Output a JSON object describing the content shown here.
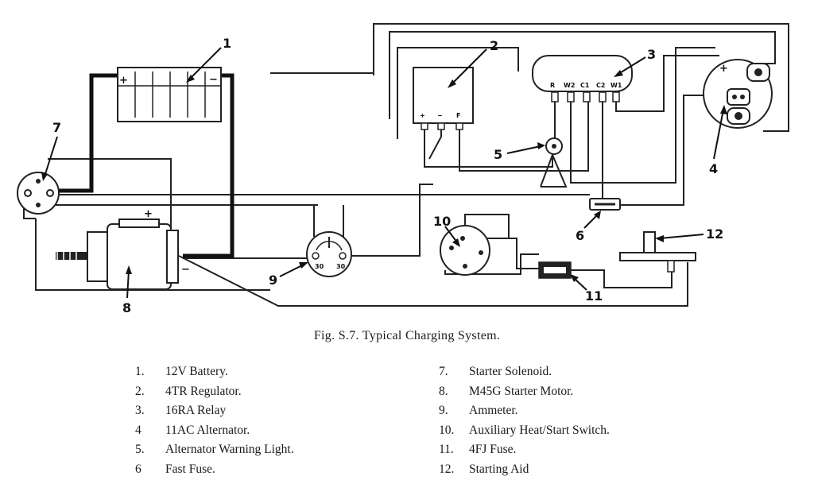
{
  "caption": "Fig. S.7. Typical Charging System.",
  "callouts": {
    "battery": "1",
    "regulator": "2",
    "relay": "3",
    "alternator": "4",
    "warning_light": "5",
    "fast_fuse": "6",
    "starter_solenoid": "7",
    "starter_motor": "8",
    "ammeter": "9",
    "heat_start_switch": "10",
    "fj_fuse": "11",
    "starting_aid": "12"
  },
  "terminal_labels": {
    "regulator_plus": "+",
    "regulator_minus": "−",
    "regulator_f": "F",
    "relay_r": "R",
    "relay_w2": "W2",
    "relay_c1": "C1",
    "relay_c2": "C2",
    "relay_w1": "W1",
    "battery_plus": "+",
    "battery_minus": "−",
    "motor_plus": "+",
    "motor_minus": "−",
    "alternator_plus": "+",
    "ammeter_left": "30",
    "ammeter_right": "30"
  },
  "legend": {
    "left": [
      {
        "num": "1.",
        "text": "12V  Battery."
      },
      {
        "num": "2.",
        "text": "4TR  Regulator."
      },
      {
        "num": "3.",
        "text": "16RA  Relay"
      },
      {
        "num": "4",
        "text": "11AC  Alternator."
      },
      {
        "num": "5.",
        "text": "Alternator  Warning Light."
      },
      {
        "num": "6",
        "text": "Fast  Fuse."
      }
    ],
    "right": [
      {
        "num": "7.",
        "text": "Starter  Solenoid."
      },
      {
        "num": "8.",
        "text": "M45G  Starter  Motor."
      },
      {
        "num": "9.",
        "text": "Ammeter."
      },
      {
        "num": "10.",
        "text": "Auxiliary  Heat/Start  Switch."
      },
      {
        "num": "11.",
        "text": "4FJ  Fuse."
      },
      {
        "num": "12.",
        "text": "Starting  Aid"
      }
    ]
  }
}
